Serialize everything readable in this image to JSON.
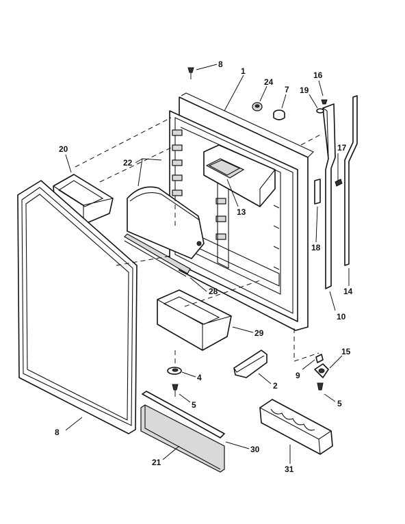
{
  "callouts": [
    {
      "id": "c-8-top",
      "label": "8",
      "part": "screw"
    },
    {
      "id": "c-1",
      "label": "1",
      "part": "door-liner-panel"
    },
    {
      "id": "c-24",
      "label": "24",
      "part": "plug"
    },
    {
      "id": "c-7",
      "label": "7",
      "part": "cap"
    },
    {
      "id": "c-16",
      "label": "16",
      "part": "screw"
    },
    {
      "id": "c-19",
      "label": "19",
      "part": "washer"
    },
    {
      "id": "c-20",
      "label": "20",
      "part": "small-door-bin"
    },
    {
      "id": "c-22",
      "label": "22",
      "part": "dairy-door"
    },
    {
      "id": "c-13",
      "label": "13",
      "part": "dairy-compartment"
    },
    {
      "id": "c-17",
      "label": "17",
      "part": "screw"
    },
    {
      "id": "c-18",
      "label": "18",
      "part": "spacer"
    },
    {
      "id": "c-14",
      "label": "14",
      "part": "hinge-bar"
    },
    {
      "id": "c-28",
      "label": "28",
      "part": "shelf-rail"
    },
    {
      "id": "c-10",
      "label": "10",
      "part": "hinge-channel"
    },
    {
      "id": "c-29",
      "label": "29",
      "part": "door-bin"
    },
    {
      "id": "c-15",
      "label": "15",
      "part": "hinge-bracket"
    },
    {
      "id": "c-4",
      "label": "4",
      "part": "door-stop"
    },
    {
      "id": "c-9",
      "label": "9",
      "part": "hinge-pin"
    },
    {
      "id": "c-2",
      "label": "2",
      "part": "door-handle"
    },
    {
      "id": "c-5-left",
      "label": "5",
      "part": "screw"
    },
    {
      "id": "c-5-right",
      "label": "5",
      "part": "screw"
    },
    {
      "id": "c-8-gasket",
      "label": "8",
      "part": "door-gasket"
    },
    {
      "id": "c-30",
      "label": "30",
      "part": "trim-strip"
    },
    {
      "id": "c-21",
      "label": "21",
      "part": "kick-plate"
    },
    {
      "id": "c-31",
      "label": "31",
      "part": "egg-tray"
    }
  ]
}
